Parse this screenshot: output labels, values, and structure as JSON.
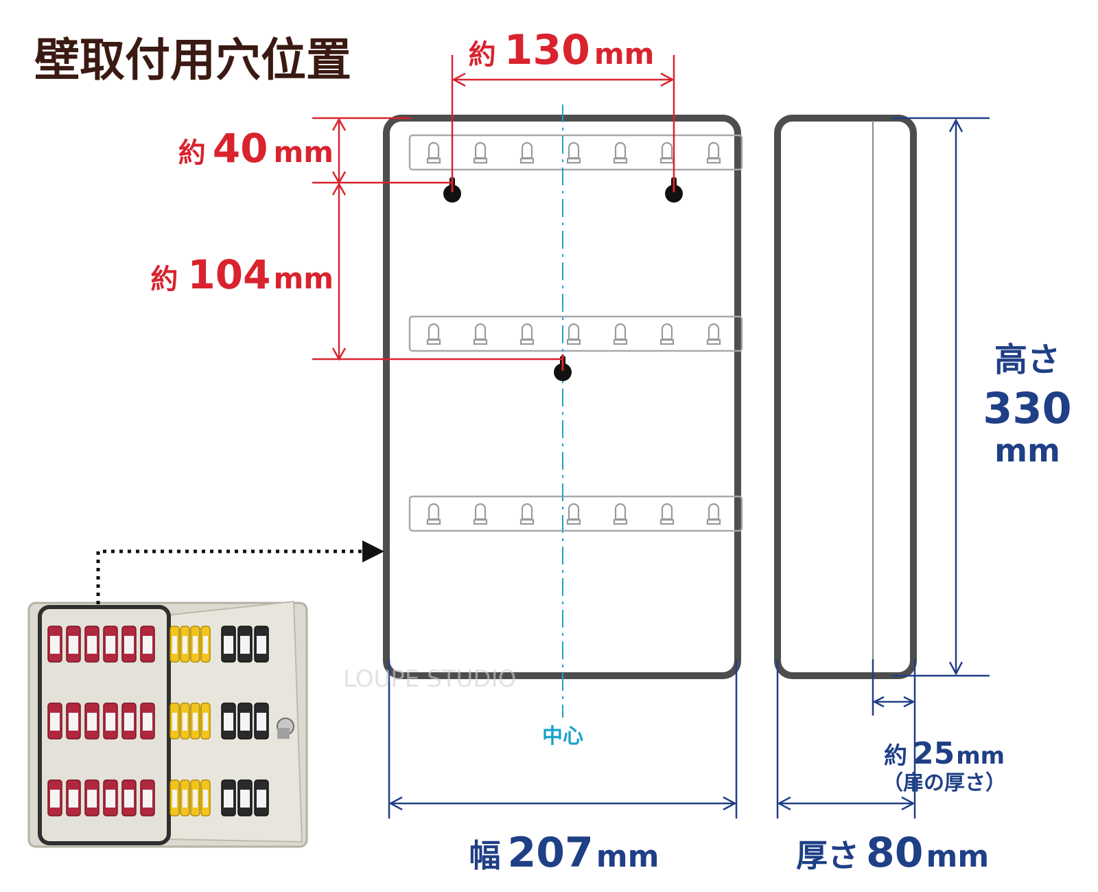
{
  "title": "壁取付用穴位置",
  "dimensions": {
    "hole_spacing": {
      "prefix": "約",
      "value": "130",
      "unit": "mm"
    },
    "top_offset": {
      "prefix": "約",
      "value": "40",
      "unit": "mm"
    },
    "vertical_spacing": {
      "prefix": "約",
      "value": "104",
      "unit": "mm"
    },
    "height": {
      "label": "高さ",
      "value": "330",
      "unit": "mm"
    },
    "width": {
      "label": "幅",
      "value": "207",
      "unit": "mm"
    },
    "depth": {
      "label": "厚さ",
      "value": "80",
      "unit": "mm"
    },
    "door": {
      "prefix": "約",
      "value": "25",
      "unit": "mm",
      "note": "（扉の厚さ）"
    }
  },
  "center_label": "中心",
  "watermark": "LOUPE STUDIO",
  "colors": {
    "title": "#3a1a12",
    "red": "#d9232e",
    "blue": "#1f3f86",
    "cyan": "#1aa3cc",
    "box": "#4d4d4d",
    "hook": "#9a9a9a"
  }
}
